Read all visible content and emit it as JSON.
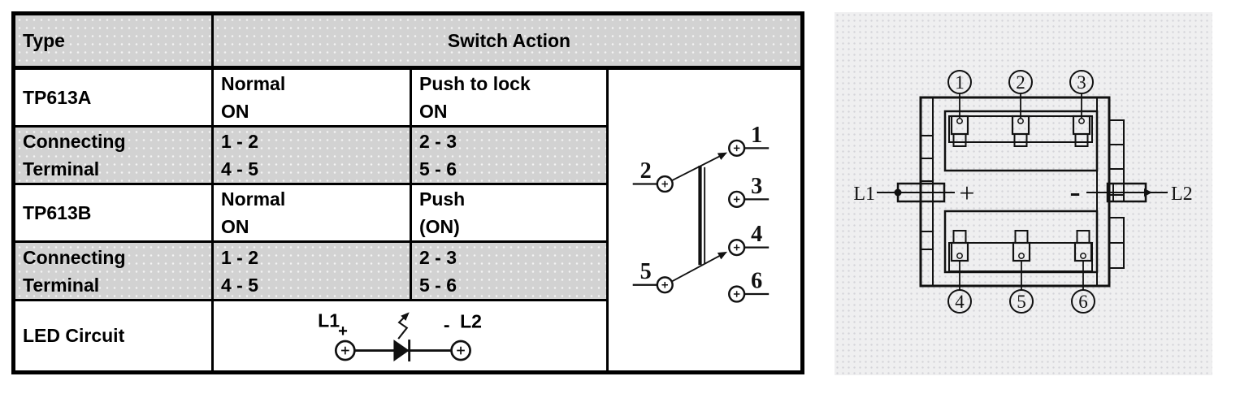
{
  "colors": {
    "table_row_gray": "#d2d2d2",
    "panel_gray": "#efeff0",
    "line_black": "#111111",
    "background": "#ffffff"
  },
  "table": {
    "header": {
      "type": "Type",
      "switch_action": "Switch Action"
    },
    "rows": {
      "tp613a": {
        "type": "TP613A",
        "normal": [
          "Normal",
          "ON"
        ],
        "push": [
          "Push to lock",
          "ON"
        ]
      },
      "conn1": {
        "label": [
          "Connecting",
          "Terminal"
        ],
        "normal": [
          "1 - 2",
          "4 - 5"
        ],
        "push": [
          "2 - 3",
          "5 - 6"
        ]
      },
      "tp613b": {
        "type": "TP613B",
        "normal": [
          "Normal",
          "ON"
        ],
        "push": [
          "Push",
          "(ON)"
        ]
      },
      "conn2": {
        "label": [
          "Connecting",
          "Terminal"
        ],
        "normal": [
          "1 - 2",
          "4 - 5"
        ],
        "push": [
          "2 - 3",
          "5 - 6"
        ]
      },
      "led": {
        "label": "LED Circuit"
      }
    }
  },
  "switch_schematic": {
    "terminals": {
      "t1": "1",
      "t2": "2",
      "t3": "3",
      "t4": "4",
      "t5": "5",
      "t6": "6"
    },
    "connections": "2-1, 5-4 (moving contacts with link bar)"
  },
  "led_circuit": {
    "l1": "L1",
    "plus": "+",
    "minus": "-",
    "l2": "L2"
  },
  "pinout": {
    "top_pins": {
      "p1": "1",
      "p2": "2",
      "p3": "3"
    },
    "bottom_pins": {
      "p4": "4",
      "p5": "5",
      "p6": "6"
    },
    "l1": "L1",
    "l2": "L2",
    "plus": "+",
    "minus": "-"
  }
}
